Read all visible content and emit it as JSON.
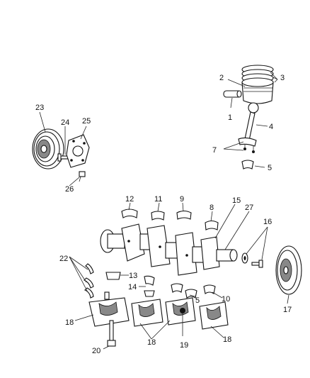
{
  "diagram": {
    "labels": [
      {
        "id": "c1",
        "text": "1"
      },
      {
        "id": "c2",
        "text": "2"
      },
      {
        "id": "c3",
        "text": "3"
      },
      {
        "id": "c4",
        "text": "4"
      },
      {
        "id": "c5a",
        "text": "5"
      },
      {
        "id": "c5b",
        "text": "5"
      },
      {
        "id": "c7",
        "text": "7"
      },
      {
        "id": "c8",
        "text": "8"
      },
      {
        "id": "c9",
        "text": "9"
      },
      {
        "id": "c10",
        "text": "10"
      },
      {
        "id": "c11",
        "text": "11"
      },
      {
        "id": "c12",
        "text": "12"
      },
      {
        "id": "c13",
        "text": "13"
      },
      {
        "id": "c14",
        "text": "14"
      },
      {
        "id": "c15",
        "text": "15"
      },
      {
        "id": "c16",
        "text": "16"
      },
      {
        "id": "c17",
        "text": "17"
      },
      {
        "id": "c18a",
        "text": "18"
      },
      {
        "id": "c18b",
        "text": "18"
      },
      {
        "id": "c18c",
        "text": "18"
      },
      {
        "id": "c19",
        "text": "19"
      },
      {
        "id": "c20",
        "text": "20"
      },
      {
        "id": "c22",
        "text": "22"
      },
      {
        "id": "c23",
        "text": "23"
      },
      {
        "id": "c24",
        "text": "24"
      },
      {
        "id": "c25",
        "text": "25"
      },
      {
        "id": "c26",
        "text": "26"
      },
      {
        "id": "c27",
        "text": "27"
      }
    ]
  }
}
